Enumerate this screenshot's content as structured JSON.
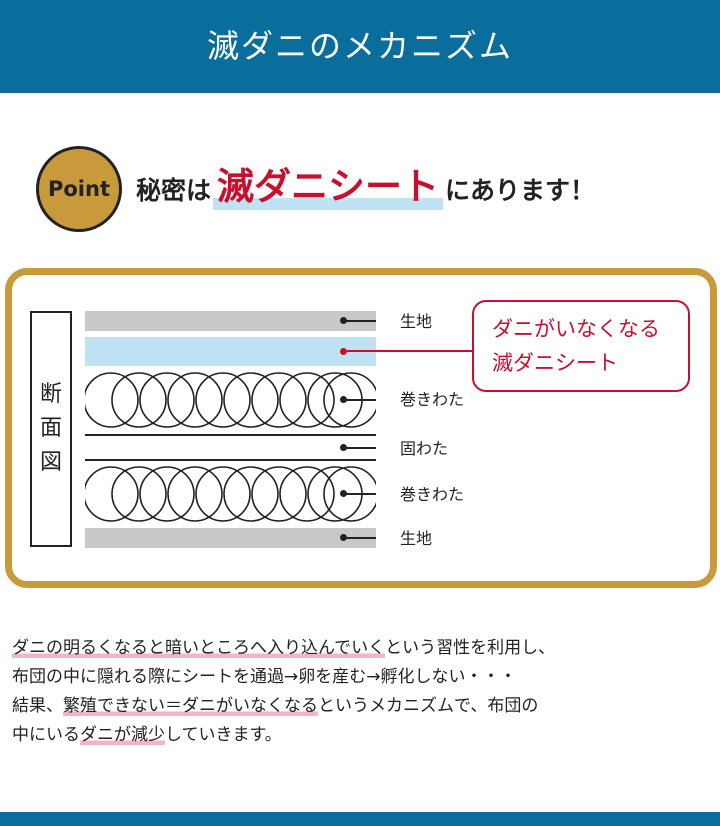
{
  "header": {
    "title": "滅ダニのメカニズム"
  },
  "point": {
    "badge": "Point",
    "text_before": "秘密は",
    "text_highlight": "滅ダニシート",
    "text_after": "にあります！"
  },
  "diagram": {
    "cross_section_label": [
      "断",
      "面",
      "図"
    ],
    "layers": [
      {
        "label": "生地"
      },
      {
        "label": ""
      },
      {
        "label": "巻きわた"
      },
      {
        "label": "固わた"
      },
      {
        "label": "巻きわた"
      },
      {
        "label": "生地"
      }
    ],
    "callout": {
      "line1": "ダニがいなくなる",
      "line2": "滅ダニシート"
    }
  },
  "description": {
    "line1_hl": "ダニの明るくなると暗いところへ入り込んでいく",
    "line1_rest": "という習性を利用し、",
    "line2": "布団の中に隠れる際にシートを通過→卵を産む→孵化しない・・・",
    "line3_pre": "結果、",
    "line3_hl": "繁殖できない＝ダニがいなくなる",
    "line3_rest": "というメカニズムで、布団の",
    "line4_pre": "中にいる",
    "line4_hl": "ダニが減少",
    "line4_rest": "していきます。"
  },
  "colors": {
    "brand_blue": "#0a6e9c",
    "accent_gold": "#c89a3c",
    "accent_red": "#c8102e",
    "sheet_blue": "#bfe3f3",
    "fabric_gray": "#c8c8c8",
    "highlight_pink": "#f5b5c0"
  }
}
